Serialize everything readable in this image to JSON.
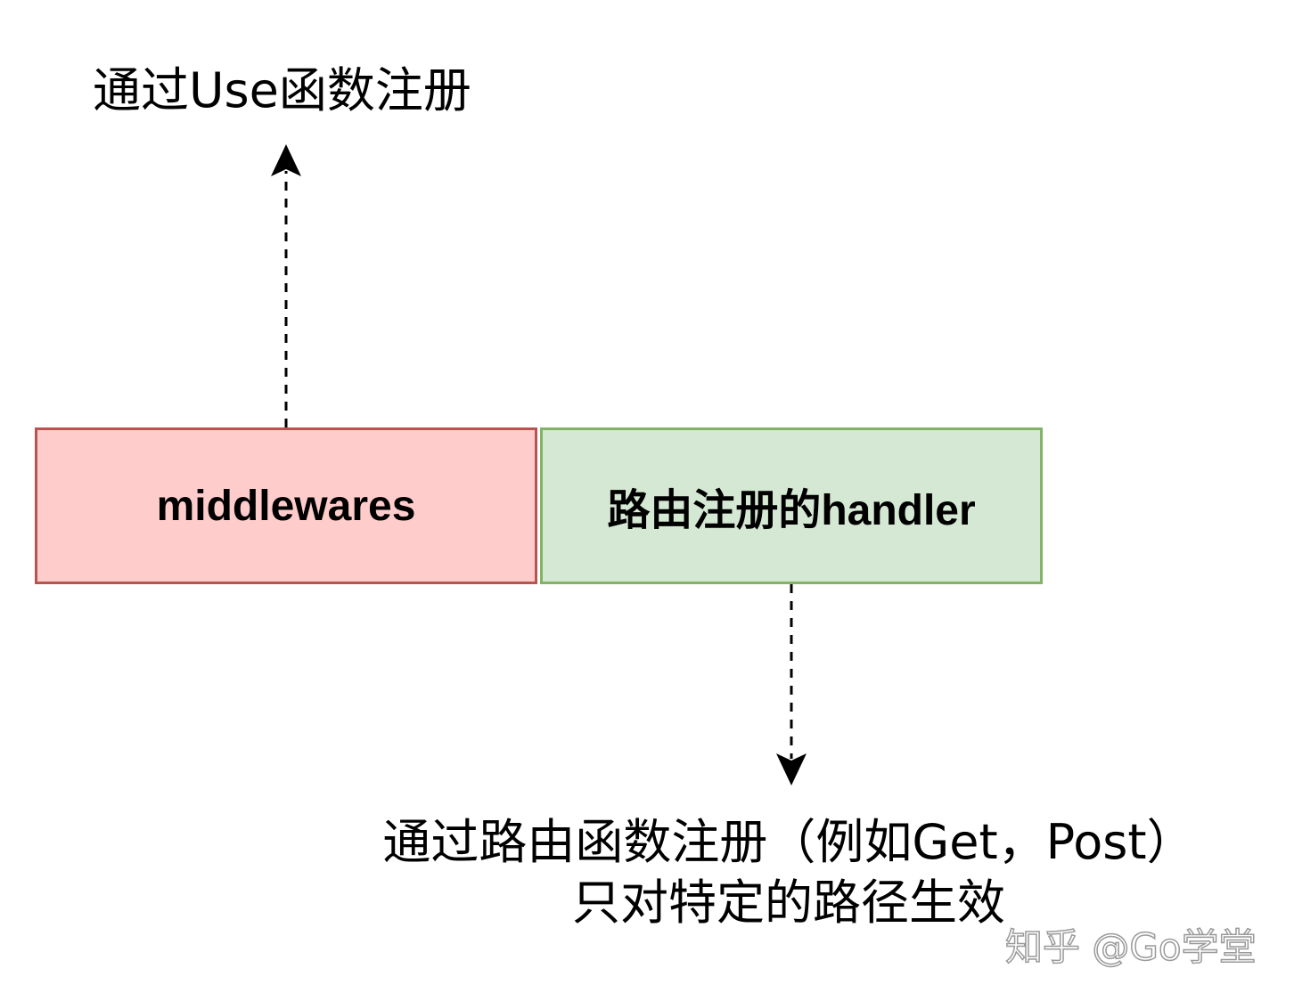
{
  "diagram": {
    "top_label": "通过Use函数注册",
    "middleware_box": {
      "label": "middlewares",
      "fill": "#ffcccc",
      "stroke": "#b85450"
    },
    "handler_box": {
      "label": "路由注册的handler",
      "fill": "#d5e8d4",
      "stroke": "#82b366"
    },
    "bottom_label": {
      "line1": "通过路由函数注册（例如Get，Post）",
      "line2": "只对特定的路径生效"
    },
    "arrow_up": "dashed arrow from middlewares to top label",
    "arrow_down": "dashed arrow from handler to bottom label"
  },
  "watermark": "知乎 @Go学堂"
}
